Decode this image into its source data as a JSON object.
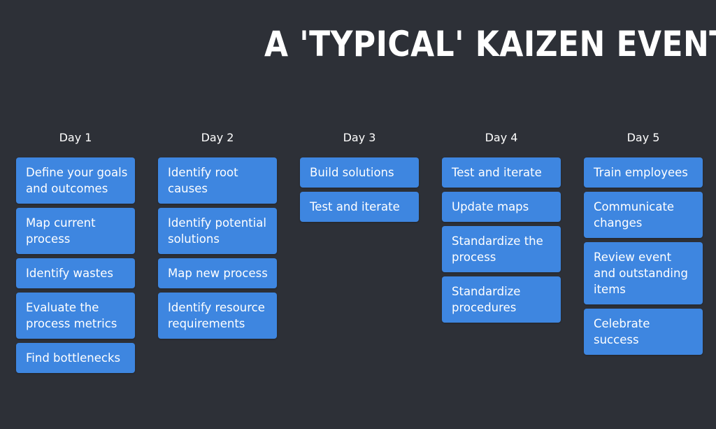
{
  "title": "A 'TYPICAL' KAIZEN EVENT",
  "days": [
    {
      "label": "Day 1",
      "tasks": [
        "Define your goals and outcomes",
        "Map current process",
        "Identify wastes",
        "Evaluate the process metrics",
        "Find bottlenecks"
      ]
    },
    {
      "label": "Day 2",
      "tasks": [
        "Identify root causes",
        "Identify potential solutions",
        "Map new process",
        "Identify resource requirements"
      ]
    },
    {
      "label": "Day 3",
      "tasks": [
        "Build solutions",
        "Test and iterate"
      ]
    },
    {
      "label": "Day 4",
      "tasks": [
        "Test and iterate",
        "Update maps",
        "Standardize the process",
        "Standardize procedures"
      ]
    },
    {
      "label": "Day 5",
      "tasks": [
        "Train employees",
        "Communicate changes",
        "Review event and outstanding items",
        "Celebrate success"
      ]
    }
  ],
  "colors": {
    "background": "#2d3037",
    "card": "#3e86e0",
    "text": "#ffffff"
  }
}
